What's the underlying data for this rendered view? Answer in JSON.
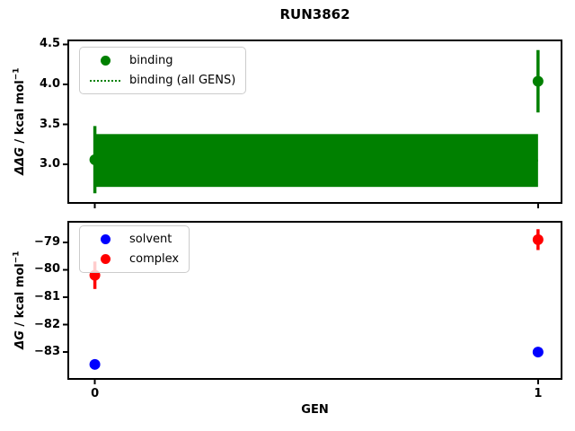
{
  "title": "RUN3862",
  "xlabel": "GEN",
  "chart_data": [
    {
      "type": "scatter",
      "panel": "top",
      "ylabel": "ΔΔG / kcal mol⁻¹",
      "ylabel_parts": {
        "math": "ΔΔG",
        "unit": " / kcal mol",
        "sup": "−1"
      },
      "x": [
        0,
        1
      ],
      "series": [
        {
          "name": "binding",
          "color": "#008000",
          "marker": "circle",
          "values": [
            3.06,
            4.04
          ],
          "yerr": [
            0.42,
            0.39
          ]
        }
      ],
      "band": {
        "name": "binding (all GENS)",
        "color": "#008000",
        "linestyle": "dotted",
        "center": 3.05,
        "lower": 2.72,
        "upper": 3.38,
        "x_range": [
          0,
          1
        ]
      },
      "yticks": [
        4.5,
        4.0,
        3.5,
        3.0
      ],
      "ytick_labels": [
        "4.5",
        "4.0",
        "3.5",
        "3.0"
      ],
      "ylim": [
        2.52,
        4.55
      ],
      "xlim": [
        -0.06,
        1.053
      ],
      "xticks": [
        0,
        1
      ],
      "grid": false,
      "legend_position": "upper left",
      "legend": [
        "binding",
        "binding (all GENS)"
      ]
    },
    {
      "type": "scatter",
      "panel": "bottom",
      "ylabel": "ΔG / kcal mol⁻¹",
      "ylabel_parts": {
        "math": "ΔG",
        "unit": " / kcal mol",
        "sup": "−1"
      },
      "xlabel": "GEN",
      "x": [
        0,
        1
      ],
      "series": [
        {
          "name": "solvent",
          "color": "#0000ff",
          "marker": "circle",
          "values": [
            -83.45,
            -83.0
          ],
          "yerr": [
            0.15,
            0.12
          ]
        },
        {
          "name": "complex",
          "color": "#ff0000",
          "marker": "circle",
          "values": [
            -80.2,
            -78.9
          ],
          "yerr": [
            0.5,
            0.38
          ]
        }
      ],
      "yticks": [
        -79,
        -80,
        -81,
        -82,
        -83
      ],
      "ytick_labels": [
        "−79",
        "−80",
        "−81",
        "−82",
        "−83"
      ],
      "ylim": [
        -83.98,
        -78.25
      ],
      "xlim": [
        -0.06,
        1.053
      ],
      "xticks": [
        0,
        1
      ],
      "xtick_labels": [
        "0",
        "1"
      ],
      "grid": false,
      "legend_position": "upper left",
      "legend": [
        "solvent",
        "complex"
      ]
    }
  ]
}
